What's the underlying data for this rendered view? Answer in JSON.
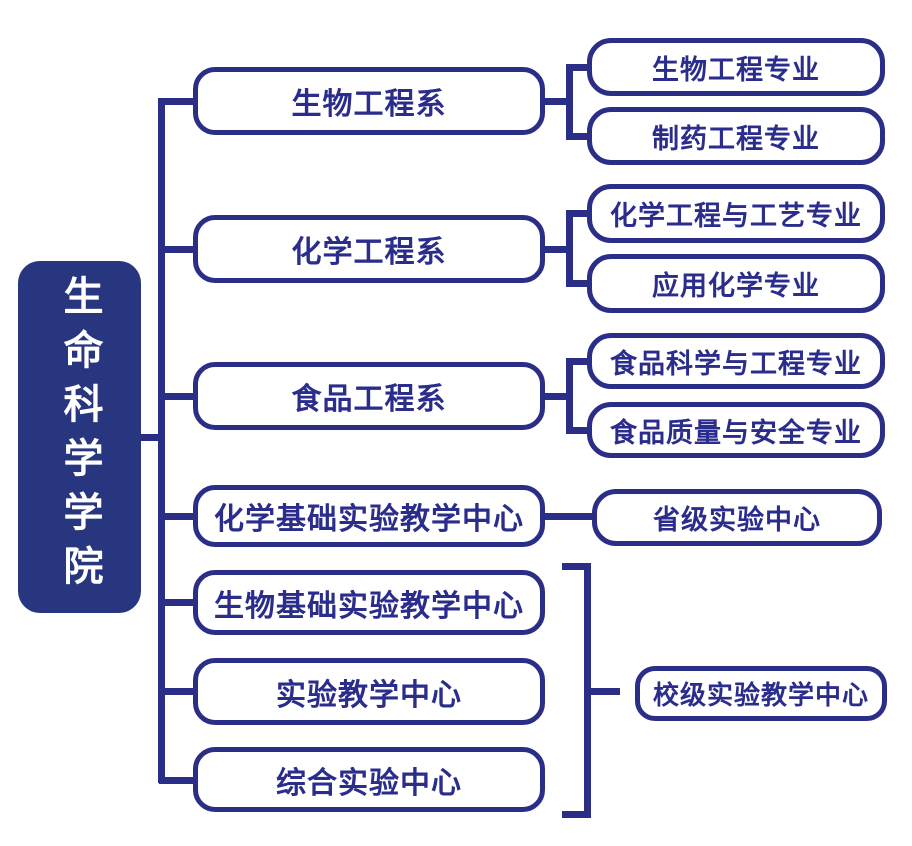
{
  "colors": {
    "primary_line": "#2b2e87",
    "node_border": "#2b2e87",
    "node_text": "#2b2d8c",
    "root_fill": "#28367f",
    "root_text": "#ffffff",
    "background": "#ffffff"
  },
  "root": {
    "label": "生命科学学院"
  },
  "departments": [
    {
      "label": "生物工程系",
      "majors": [
        "生物工程专业",
        "制药工程专业"
      ]
    },
    {
      "label": "化学工程系",
      "majors": [
        "化学工程与工艺专业",
        "应用化学专业"
      ]
    },
    {
      "label": "食品工程系",
      "majors": [
        "食品科学与工程专业",
        "食品质量与安全专业"
      ]
    },
    {
      "label": "化学基础实验教学中心",
      "majors": [
        "省级实验中心"
      ]
    },
    {
      "label": "生物基础实验教学中心",
      "majors": []
    },
    {
      "label": "实验教学中心",
      "majors": []
    },
    {
      "label": "综合实验中心",
      "majors": []
    }
  ],
  "shared_node": {
    "label": "校级实验教学中心",
    "linked_departments": [
      "生物基础实验教学中心",
      "实验教学中心",
      "综合实验中心"
    ]
  }
}
